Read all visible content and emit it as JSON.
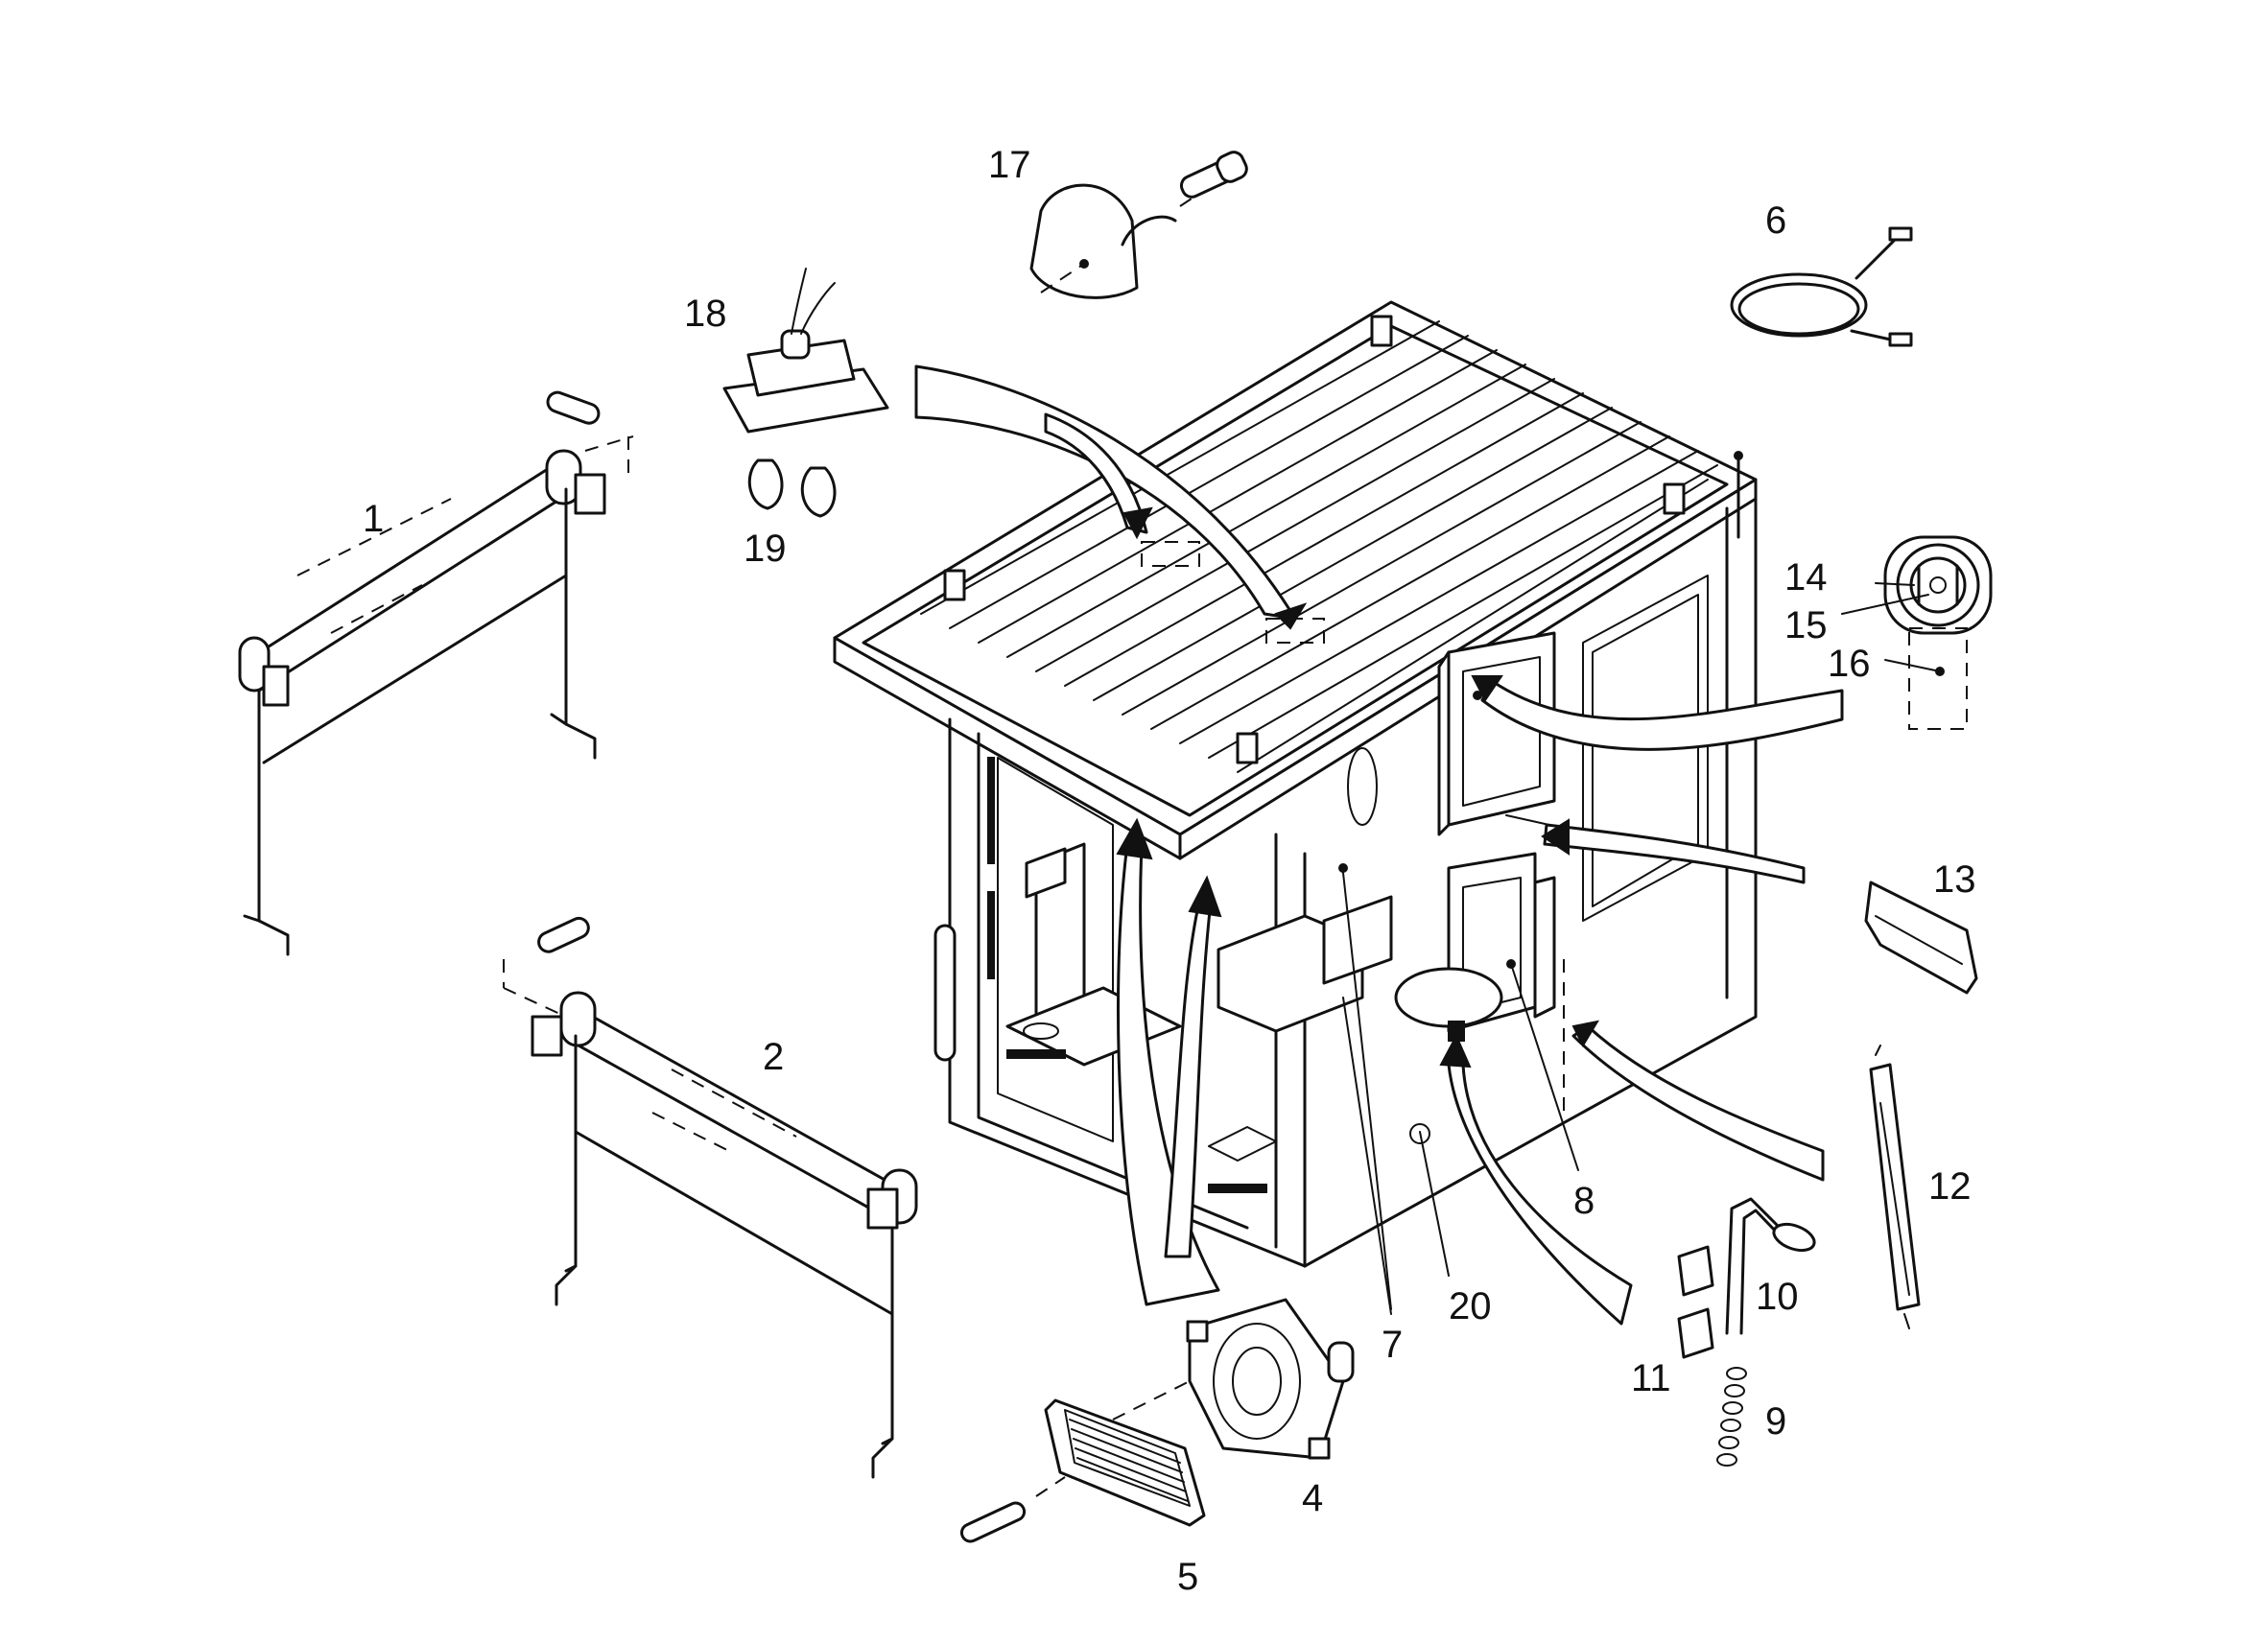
{
  "diagram": {
    "callouts": [
      {
        "id": "1",
        "text": "1"
      },
      {
        "id": "2",
        "text": "2"
      },
      {
        "id": "4",
        "text": "4"
      },
      {
        "id": "5",
        "text": "5"
      },
      {
        "id": "6",
        "text": "6"
      },
      {
        "id": "7",
        "text": "7"
      },
      {
        "id": "8",
        "text": "8"
      },
      {
        "id": "9",
        "text": "9"
      },
      {
        "id": "10",
        "text": "10"
      },
      {
        "id": "11",
        "text": "11"
      },
      {
        "id": "12",
        "text": "12"
      },
      {
        "id": "13",
        "text": "13"
      },
      {
        "id": "14",
        "text": "14"
      },
      {
        "id": "15",
        "text": "15"
      },
      {
        "id": "16",
        "text": "16"
      },
      {
        "id": "17",
        "text": "17"
      },
      {
        "id": "18",
        "text": "18"
      },
      {
        "id": "19",
        "text": "19"
      },
      {
        "id": "20",
        "text": "20"
      }
    ]
  }
}
